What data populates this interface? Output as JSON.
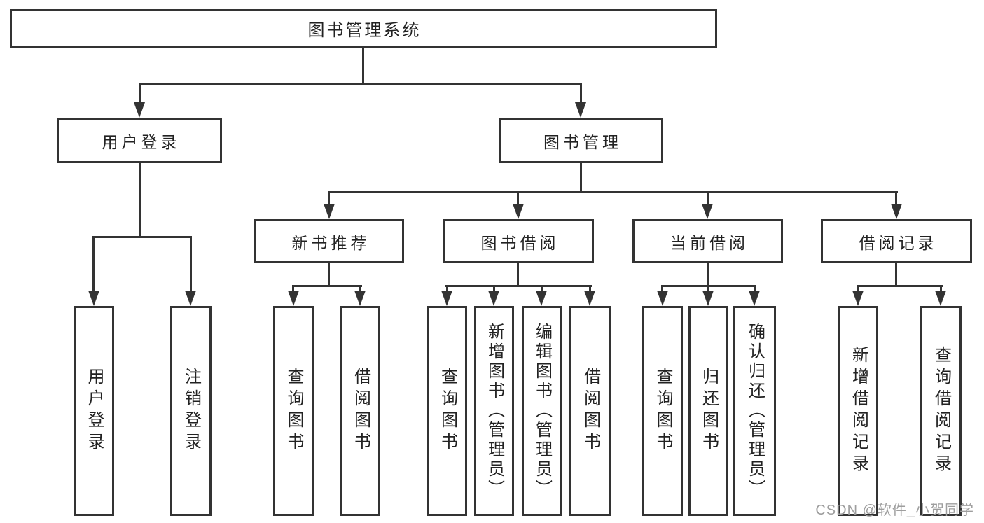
{
  "diagram_title": "图书管理系统",
  "colors": {
    "line": "#333333",
    "box_border": "#333333",
    "box_fill": "#ffffff",
    "text": "#222222",
    "background": "#ffffff",
    "watermark": "#9e9e9e"
  },
  "tree": {
    "root": {
      "label": "图书管理系统"
    },
    "branches": [
      {
        "label": "用户登录",
        "children": [
          {
            "label": "用户登录"
          },
          {
            "label": "注销登录"
          }
        ]
      },
      {
        "label": "图书管理",
        "children": [
          {
            "label": "新书推荐",
            "children": [
              {
                "label": "查询图书"
              },
              {
                "label": "借阅图书"
              }
            ]
          },
          {
            "label": "图书借阅",
            "children": [
              {
                "label": "查询图书"
              },
              {
                "label": "新增图书（管理员）"
              },
              {
                "label": "编辑图书（管理员）"
              },
              {
                "label": "借阅图书"
              }
            ]
          },
          {
            "label": "当前借阅",
            "children": [
              {
                "label": "查询图书"
              },
              {
                "label": "归还图书"
              },
              {
                "label": "确认归还（管理员）"
              }
            ]
          },
          {
            "label": "借阅记录",
            "children": [
              {
                "label": "新增借阅记录"
              },
              {
                "label": "查询借阅记录"
              }
            ]
          }
        ]
      }
    ]
  },
  "watermark": {
    "text": "CSDN @软件_小贺同学"
  }
}
